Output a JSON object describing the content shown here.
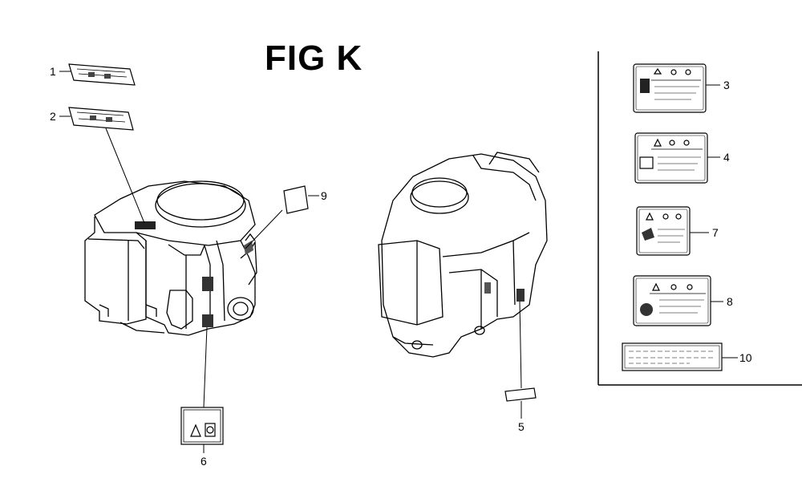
{
  "figure": {
    "title": "FIG K"
  },
  "callouts": [
    {
      "id": "c1",
      "label": "1"
    },
    {
      "id": "c2",
      "label": "2"
    },
    {
      "id": "c3",
      "label": "3"
    },
    {
      "id": "c4",
      "label": "4"
    },
    {
      "id": "c5",
      "label": "5"
    },
    {
      "id": "c6",
      "label": "6"
    },
    {
      "id": "c7",
      "label": "7"
    },
    {
      "id": "c8",
      "label": "8"
    },
    {
      "id": "c9",
      "label": "9"
    },
    {
      "id": "c10",
      "label": "10"
    }
  ]
}
